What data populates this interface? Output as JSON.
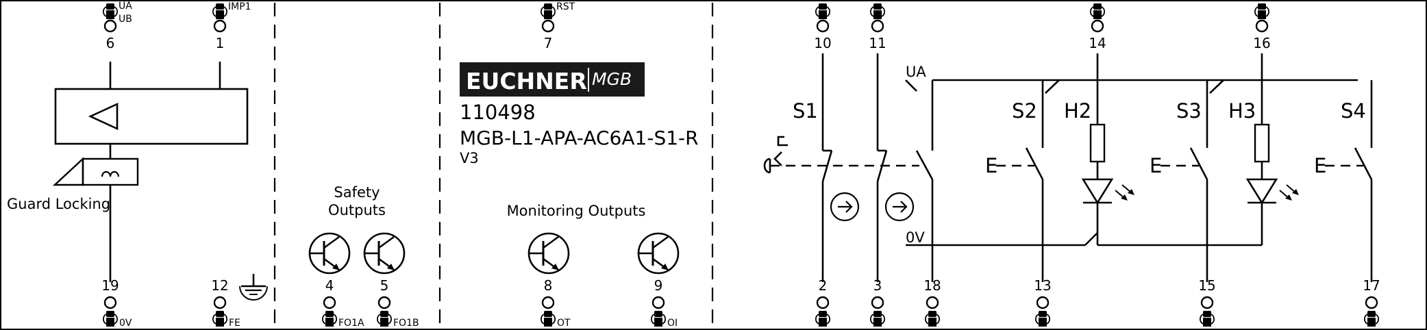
{
  "brand": {
    "name": "EUCHNER",
    "product_family": "MGB"
  },
  "device": {
    "order_number": "110498",
    "model": "MGB-L1-APA-AC6A1-S1-R",
    "version": "V3"
  },
  "sections": {
    "guard_locking": "Guard Locking",
    "safety_outputs_line1": "Safety",
    "safety_outputs_line2": "Outputs",
    "monitoring_outputs": "Monitoring Outputs"
  },
  "top_terminals": [
    {
      "number": "6",
      "labels": [
        "UA",
        "UB"
      ]
    },
    {
      "number": "1",
      "labels": [
        "IMP1"
      ]
    },
    {
      "number": "7",
      "labels": [
        "RST"
      ]
    },
    {
      "number": "10",
      "labels": []
    },
    {
      "number": "11",
      "labels": []
    },
    {
      "number": "14",
      "labels": []
    },
    {
      "number": "16",
      "labels": []
    }
  ],
  "bottom_terminals": [
    {
      "number": "19",
      "label": "0V"
    },
    {
      "number": "12",
      "label": "FE"
    },
    {
      "number": "4",
      "label": "FO1A"
    },
    {
      "number": "5",
      "label": "FO1B"
    },
    {
      "number": "8",
      "label": "OT"
    },
    {
      "number": "9",
      "label": "OI"
    },
    {
      "number": "2",
      "label": ""
    },
    {
      "number": "3",
      "label": ""
    },
    {
      "number": "18",
      "label": ""
    },
    {
      "number": "13",
      "label": ""
    },
    {
      "number": "15",
      "label": ""
    },
    {
      "number": "17",
      "label": ""
    }
  ],
  "switch_labels": {
    "s1": "S1",
    "s2": "S2",
    "s3": "S3",
    "s4": "S4",
    "h2": "H2",
    "h3": "H3"
  },
  "rail_labels": {
    "supply": "UA",
    "ground": "0V"
  },
  "e_labels": [
    "E",
    "E",
    "E"
  ]
}
